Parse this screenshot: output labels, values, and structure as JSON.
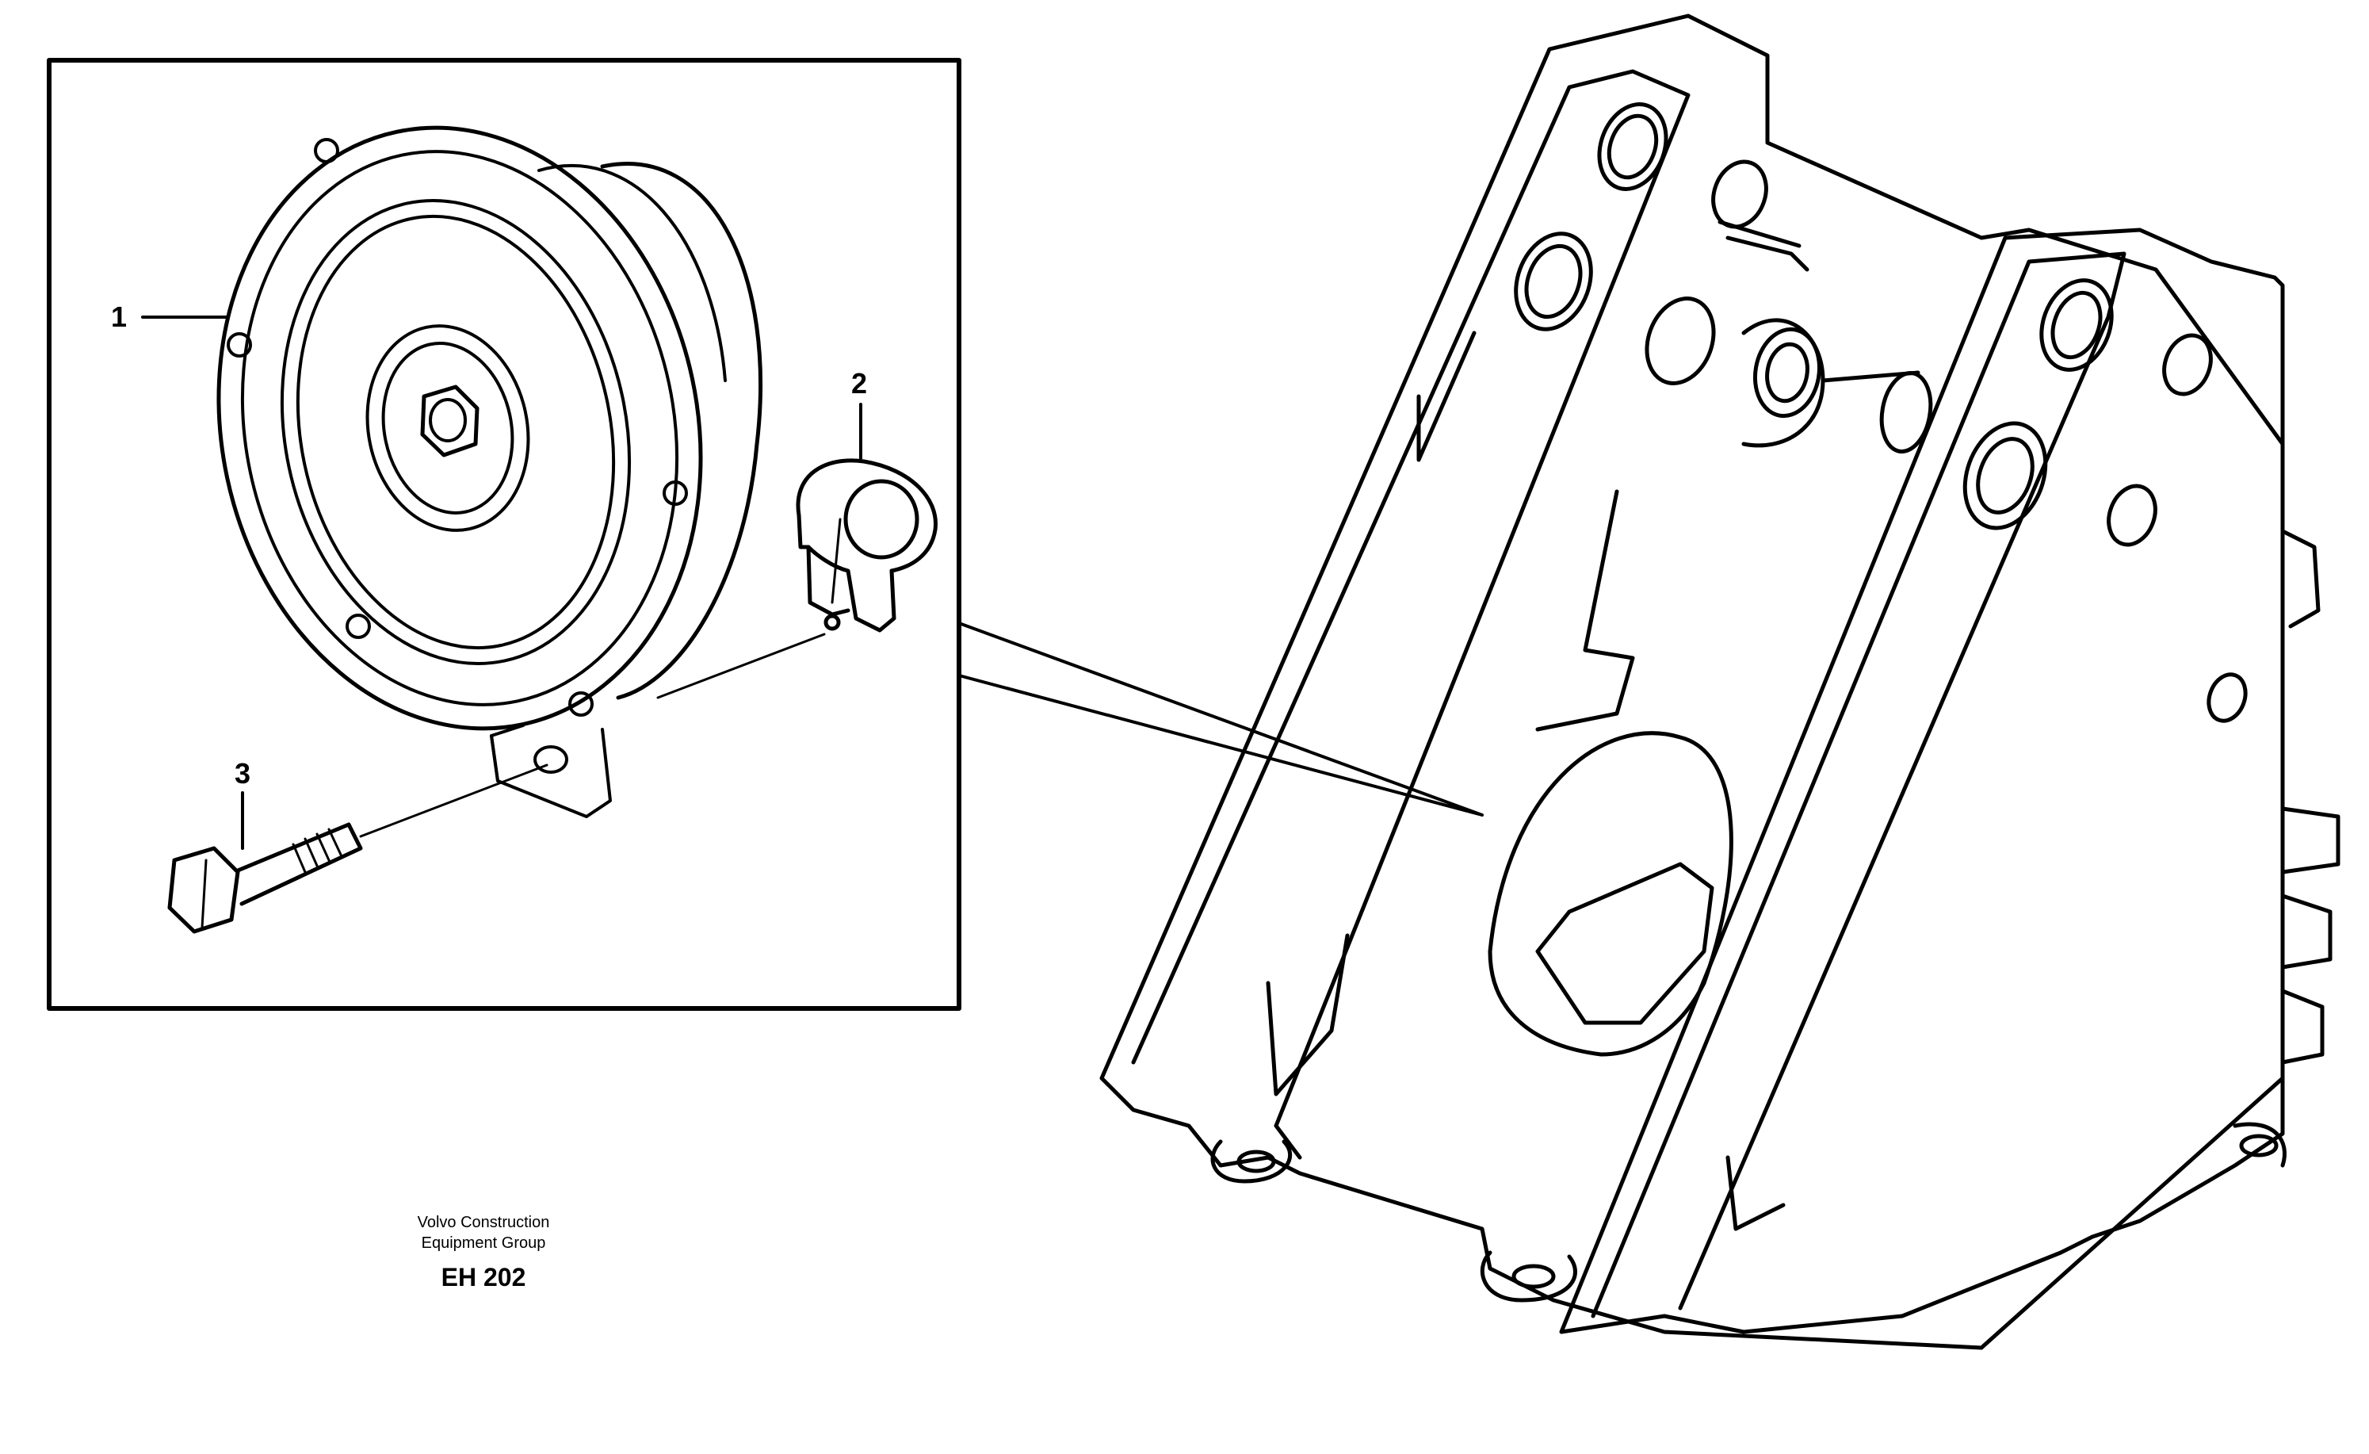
{
  "callouts": {
    "item_1": "1",
    "item_2": "2",
    "item_3": "3"
  },
  "credit": {
    "line1": "Volvo Construction",
    "line2": "Equipment Group",
    "code": "EH 202"
  },
  "icons": [
    "horn-icon",
    "clamp-icon",
    "bolt-icon",
    "frame-icon"
  ],
  "colors": {
    "line": "#000000",
    "background": "#ffffff"
  }
}
